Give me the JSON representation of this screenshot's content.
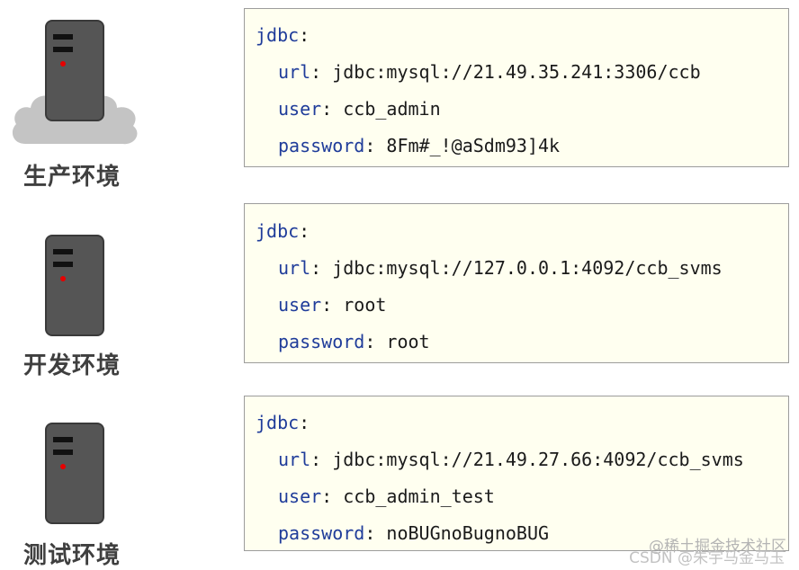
{
  "environments": [
    {
      "label": "生产环境",
      "config": {
        "root_key": "jdbc",
        "url_key": "url",
        "url_value": "jdbc:mysql://21.49.35.241:3306/ccb",
        "user_key": "user",
        "user_value": "ccb_admin",
        "password_key": "password",
        "password_value": "8Fm#_!@aSdm93]4k"
      }
    },
    {
      "label": "开发环境",
      "config": {
        "root_key": "jdbc",
        "url_key": "url",
        "url_value": "jdbc:mysql://127.0.0.1:4092/ccb_svms",
        "user_key": "user",
        "user_value": "root",
        "password_key": "password",
        "password_value": "root"
      }
    },
    {
      "label": "测试环境",
      "config": {
        "root_key": "jdbc",
        "url_key": "url",
        "url_value": "jdbc:mysql://21.49.27.66:4092/ccb_svms",
        "user_key": "user",
        "user_value": "ccb_admin_test",
        "password_key": "password",
        "password_value": "noBUGnoBugnoBUG"
      }
    }
  ],
  "watermarks": {
    "juejin": "@稀土掘金技术社区",
    "csdn": "CSDN @朱宇马金马玉"
  },
  "colors": {
    "key": "#1f3c9a",
    "box_background": "#fffff0",
    "server": "#555555",
    "led": "#e60000",
    "cloud": "#c4c4c4"
  }
}
